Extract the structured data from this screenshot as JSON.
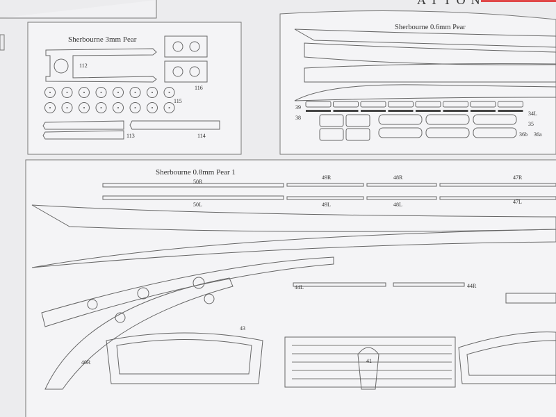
{
  "header": {
    "partial_title": "ATTON",
    "accent_color": "#e04848"
  },
  "panels": {
    "pear_3mm": {
      "title": "Sherbourne 3mm Pear",
      "labels": [
        "112",
        "113",
        "114",
        "115",
        "116"
      ]
    },
    "pear_06mm": {
      "title": "Sherbourne 0.6mm Pear",
      "labels": [
        "39",
        "38",
        "34L",
        "35",
        "36b",
        "36a"
      ]
    },
    "pear_08mm": {
      "title": "Sherbourne 0.8mm Pear 1",
      "labels": [
        "50R",
        "50L",
        "49R",
        "49L",
        "48R",
        "48L",
        "47R",
        "47L",
        "44L",
        "44R",
        "43",
        "41",
        "40R"
      ]
    }
  }
}
